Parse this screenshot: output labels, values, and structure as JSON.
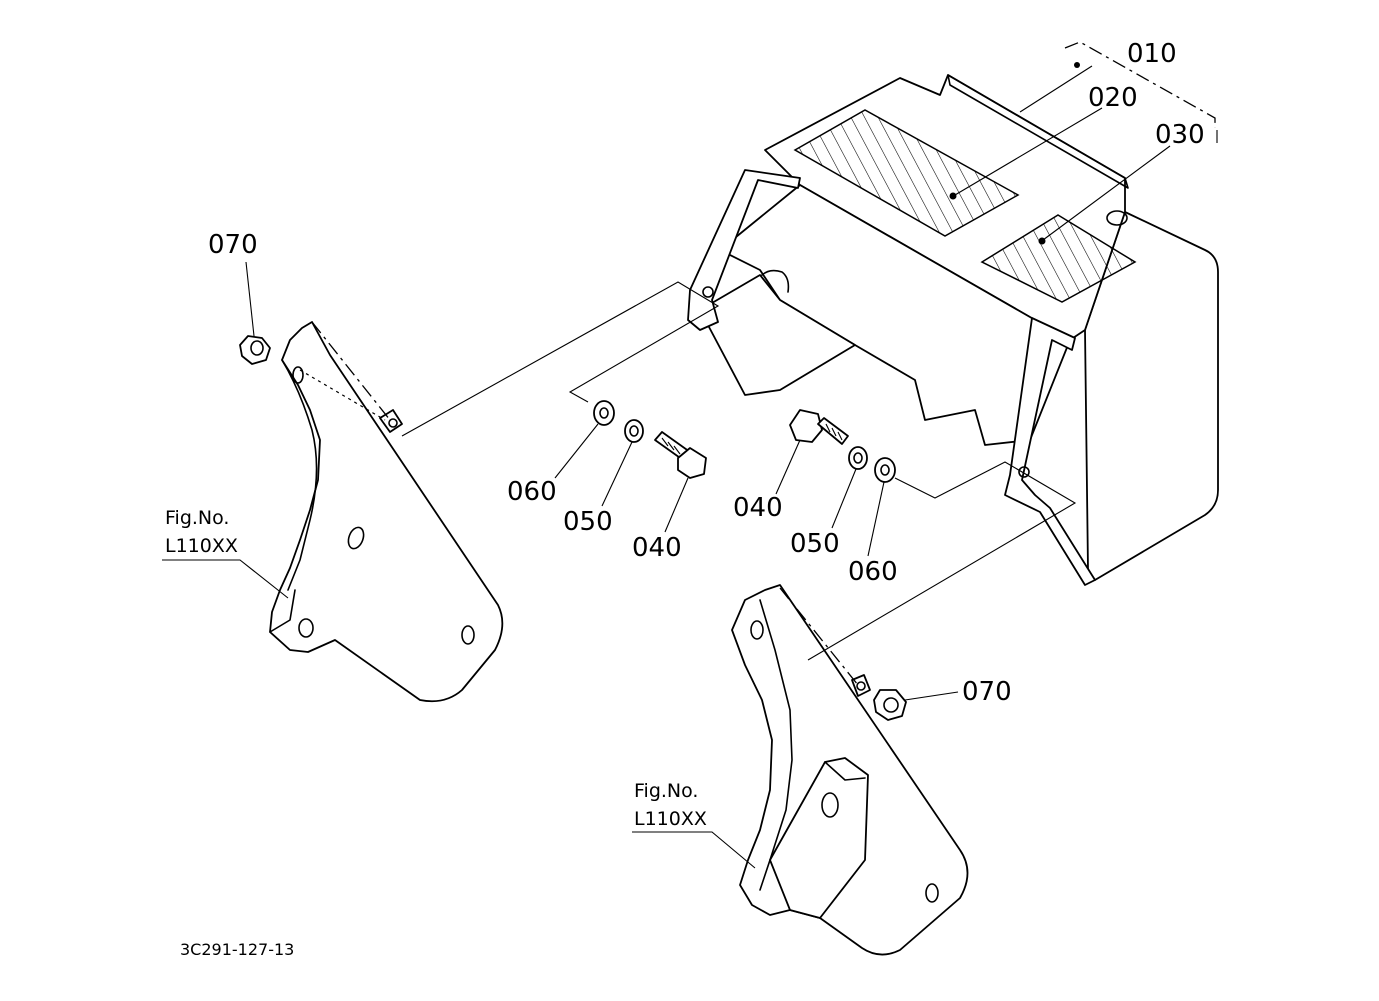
{
  "callouts": {
    "c010": "010",
    "c020": "020",
    "c030": "030",
    "c040a": "040",
    "c050a": "050",
    "c060a": "060",
    "c040b": "040",
    "c050b": "050",
    "c060b": "060",
    "c070a": "070",
    "c070b": "070"
  },
  "figrefs": {
    "left": {
      "line1": "Fig.No.",
      "line2": "L110XX"
    },
    "right": {
      "line1": "Fig.No.",
      "line2": "L110XX"
    }
  },
  "drawing_code": "3C291-127-13"
}
